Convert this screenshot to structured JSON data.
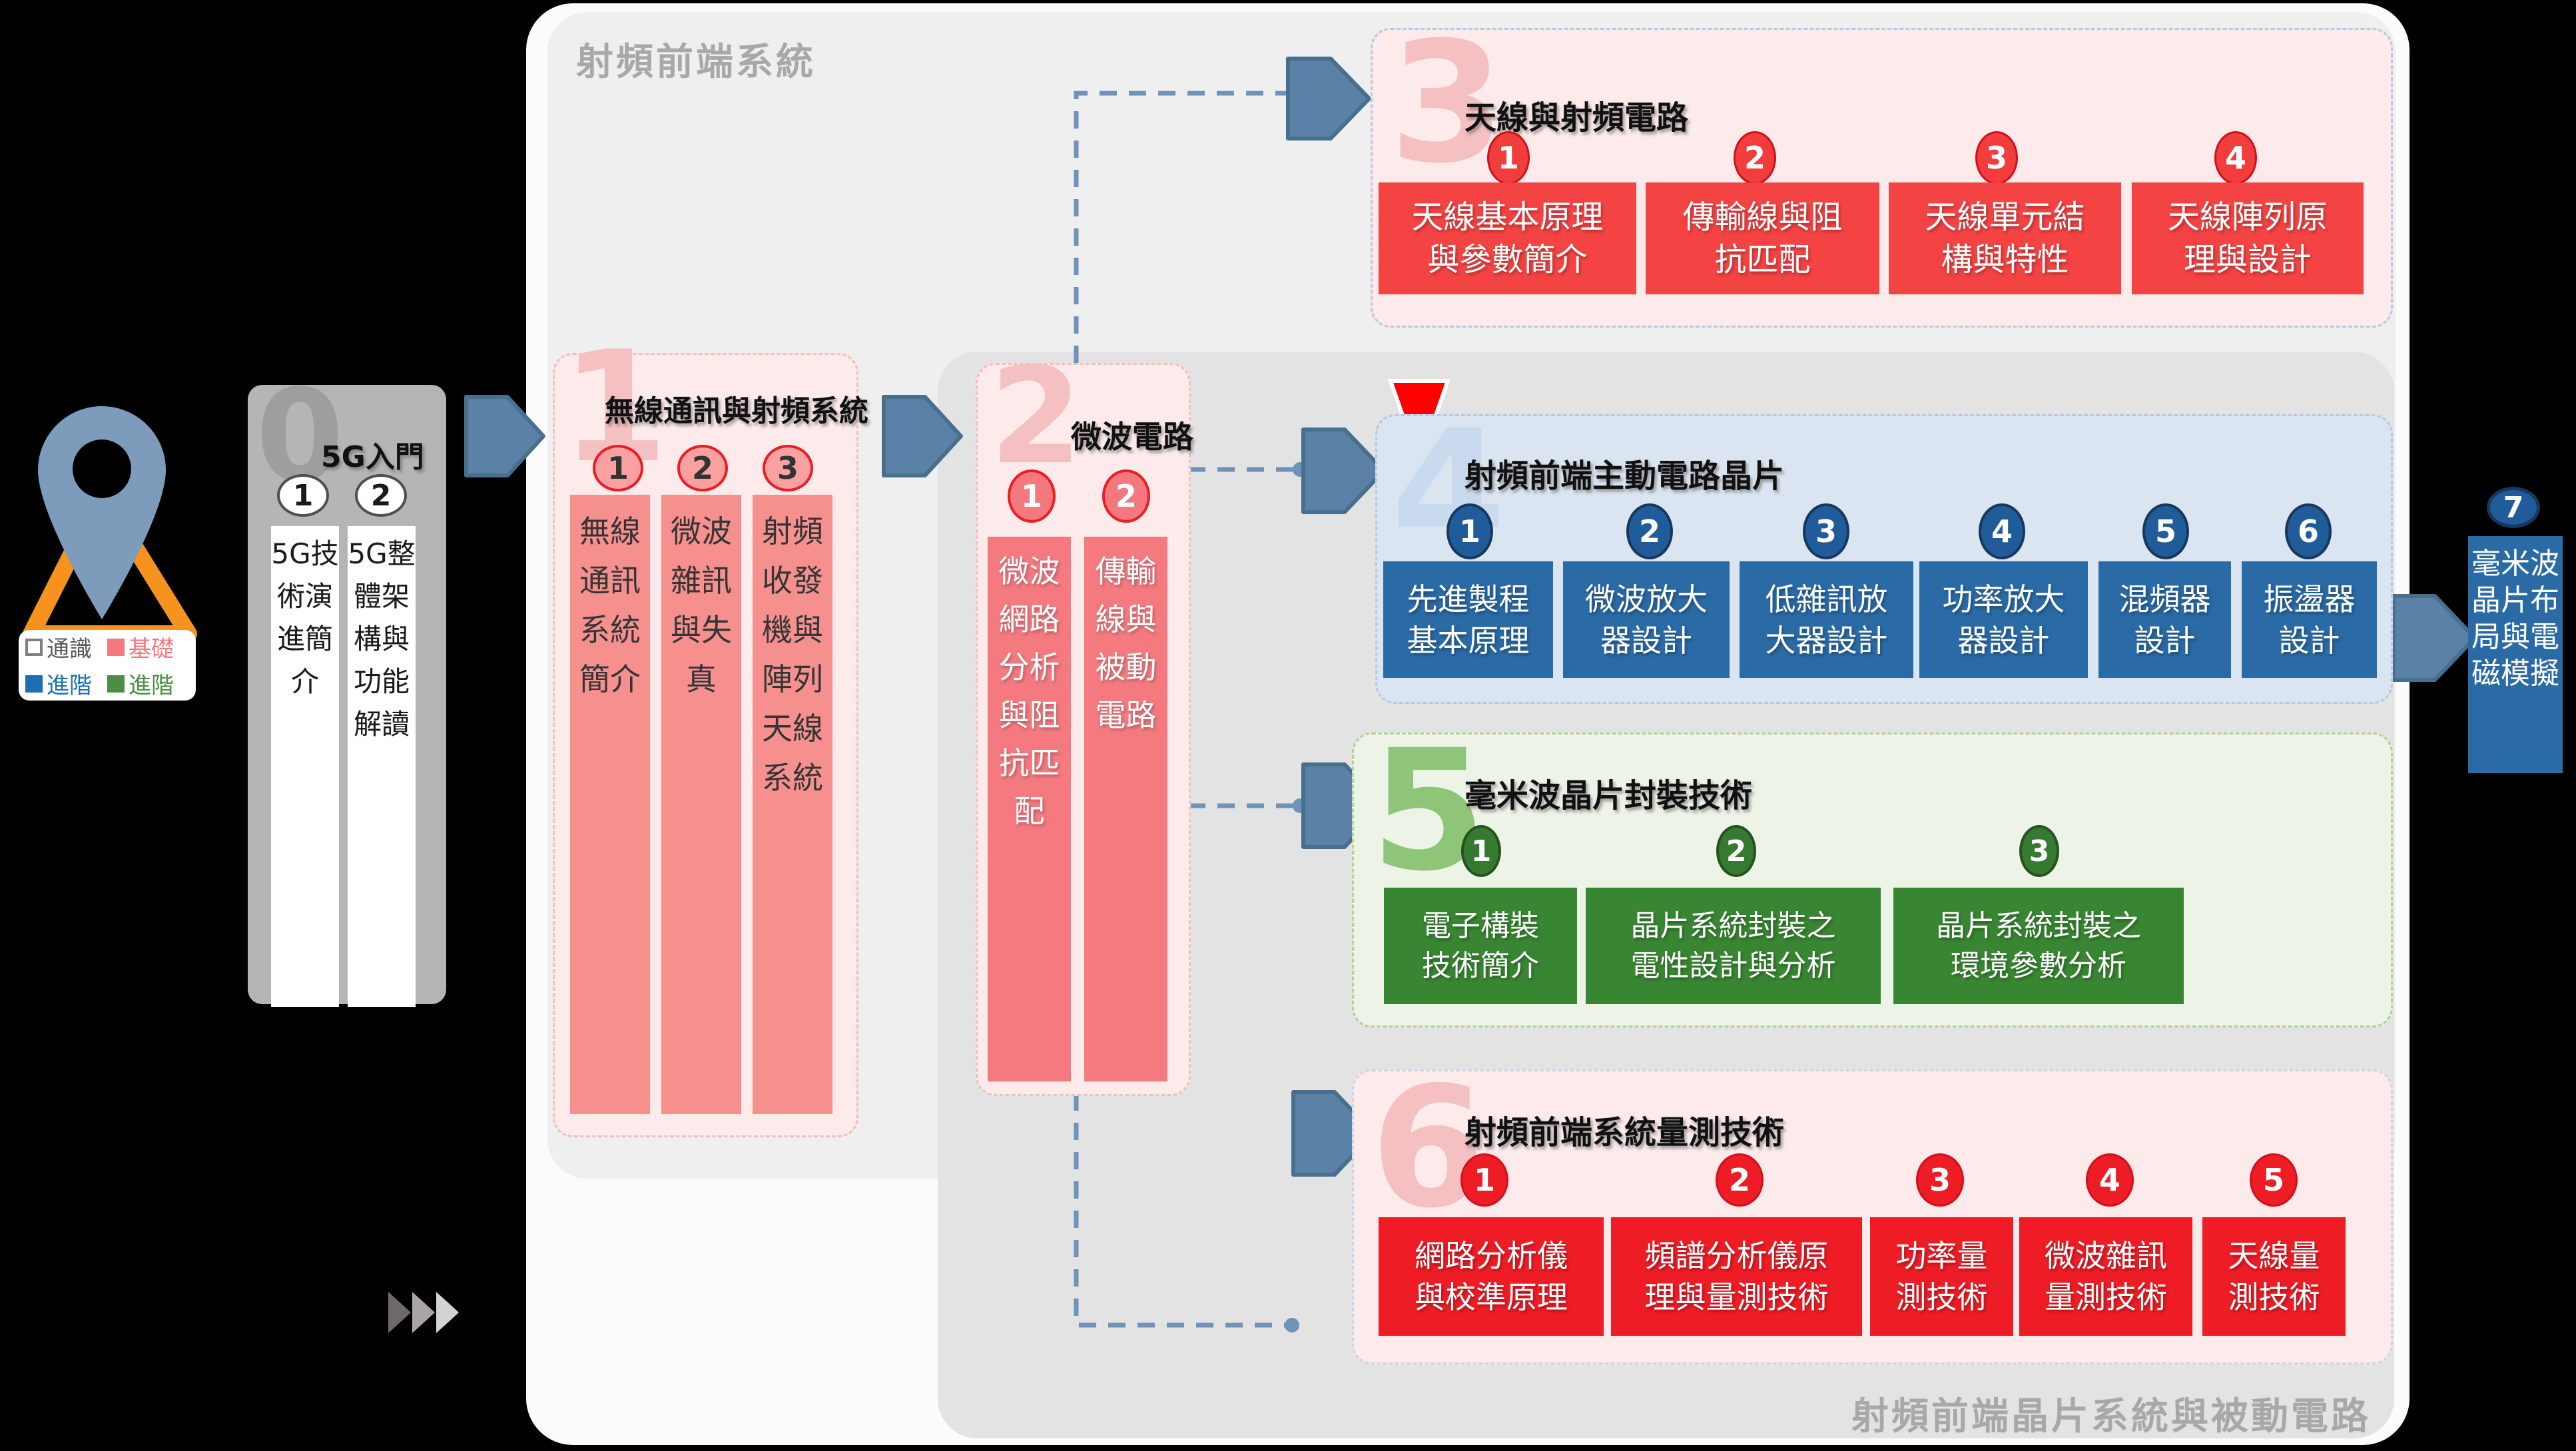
{
  "legend": {
    "items": [
      {
        "label": "通識",
        "color": "#595959",
        "swatch": "none",
        "border": "#7f7f7f"
      },
      {
        "label": "基礎",
        "color": "#f4797f",
        "swatch": "#f4797f",
        "border": "#f4797f"
      },
      {
        "label": "進階",
        "color": "#1f6fb5",
        "swatch": "#1f6fb5",
        "border": "#1f6fb5"
      },
      {
        "label": "進階",
        "color": "#4a8f44",
        "swatch": "#4a8f44",
        "border": "#4a8f44"
      }
    ]
  },
  "panels": {
    "rf_front_end_system": "射頻前端系統",
    "rf_chip_system": "射頻前端晶片系統與被動電路"
  },
  "colors": {
    "basic_pink": "#f4797f",
    "advanced_blue": "#1f5c99",
    "advanced_green": "#357a30",
    "general_gray": "#b5b5b5",
    "arrow_blue": "#5b82a6",
    "marker_red": "#fe0000"
  },
  "modules": {
    "m0": {
      "num": "0",
      "title": "5G入門",
      "items": [
        {
          "num": "1",
          "label": "5G技術演進簡介"
        },
        {
          "num": "2",
          "label": "5G整體架構與功能解讀"
        }
      ]
    },
    "m1": {
      "num": "1",
      "title": "無線通訊與射頻系統",
      "items": [
        {
          "num": "1",
          "label": "無線通訊系統簡介"
        },
        {
          "num": "2",
          "label": "微波雜訊與失真"
        },
        {
          "num": "3",
          "label": "射頻收發機與陣列天線系統"
        }
      ]
    },
    "m2": {
      "num": "2",
      "title": "微波電路",
      "items": [
        {
          "num": "1",
          "label": "微波網路分析與阻抗匹配"
        },
        {
          "num": "2",
          "label": "傳輸線與被動電路"
        }
      ]
    },
    "m3": {
      "num": "3",
      "title": "天線與射頻電路",
      "items": [
        {
          "num": "1",
          "lines": [
            "天線基本原理",
            "與參數簡介"
          ]
        },
        {
          "num": "2",
          "lines": [
            "傳輸線與阻",
            "抗匹配"
          ]
        },
        {
          "num": "3",
          "lines": [
            "天線單元結",
            "構與特性"
          ]
        },
        {
          "num": "4",
          "lines": [
            "天線陣列原",
            "理與設計"
          ]
        }
      ]
    },
    "m4": {
      "num": "4",
      "title": "射頻前端主動電路晶片",
      "items": [
        {
          "num": "1",
          "lines": [
            "先進製程",
            "基本原理"
          ]
        },
        {
          "num": "2",
          "lines": [
            "微波放大",
            "器設計"
          ]
        },
        {
          "num": "3",
          "lines": [
            "低雜訊放",
            "大器設計"
          ]
        },
        {
          "num": "4",
          "lines": [
            "功率放大",
            "器設計"
          ]
        },
        {
          "num": "5",
          "lines": [
            "混頻器",
            "設計"
          ]
        },
        {
          "num": "6",
          "lines": [
            "振盪器",
            "設計"
          ]
        }
      ]
    },
    "m5": {
      "num": "5",
      "title": "毫米波晶片封裝技術",
      "items": [
        {
          "num": "1",
          "lines": [
            "電子構裝",
            "技術簡介"
          ]
        },
        {
          "num": "2",
          "lines": [
            "晶片系統封裝之",
            "電性設計與分析"
          ]
        },
        {
          "num": "3",
          "lines": [
            "晶片系統封裝之",
            "環境參數分析"
          ]
        }
      ]
    },
    "m6": {
      "num": "6",
      "title": "射頻前端系統量測技術",
      "items": [
        {
          "num": "1",
          "lines": [
            "網路分析儀",
            "與校準原理"
          ]
        },
        {
          "num": "2",
          "lines": [
            "頻譜分析儀原",
            "理與量測技術"
          ]
        },
        {
          "num": "3",
          "lines": [
            "功率量",
            "測技術"
          ]
        },
        {
          "num": "4",
          "lines": [
            "微波雜訊",
            "量測技術"
          ]
        },
        {
          "num": "5",
          "lines": [
            "天線量",
            "測技術"
          ]
        }
      ]
    },
    "m7": {
      "num": "7",
      "label": "毫米波晶片布局與電磁模擬"
    }
  }
}
